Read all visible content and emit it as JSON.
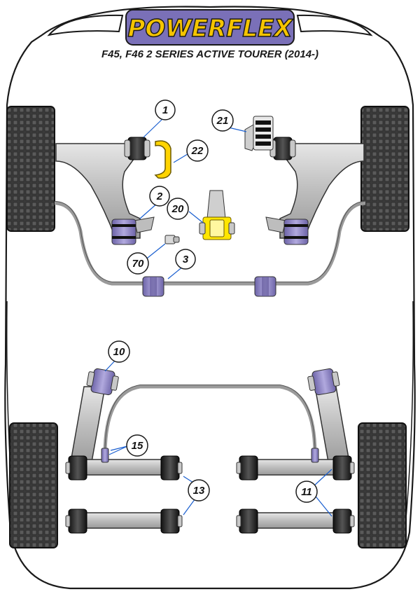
{
  "logo": {
    "text": "POWERFLEX"
  },
  "subtitle": "F45, F46 2 SERIES ACTIVE TOURER (2014-)",
  "callouts": {
    "c1": "1",
    "c2": "2",
    "c3": "3",
    "c10": "10",
    "c11": "11",
    "c13": "13",
    "c15": "15",
    "c20": "20",
    "c21": "21",
    "c22": "22",
    "c70": "70"
  },
  "colors": {
    "bush_purple": "#8f86c2",
    "bush_dark": "#1a1a1a",
    "bush_yellow": "#ffe600",
    "arm_grey": "#c9c9c9",
    "outline": "#222222"
  }
}
